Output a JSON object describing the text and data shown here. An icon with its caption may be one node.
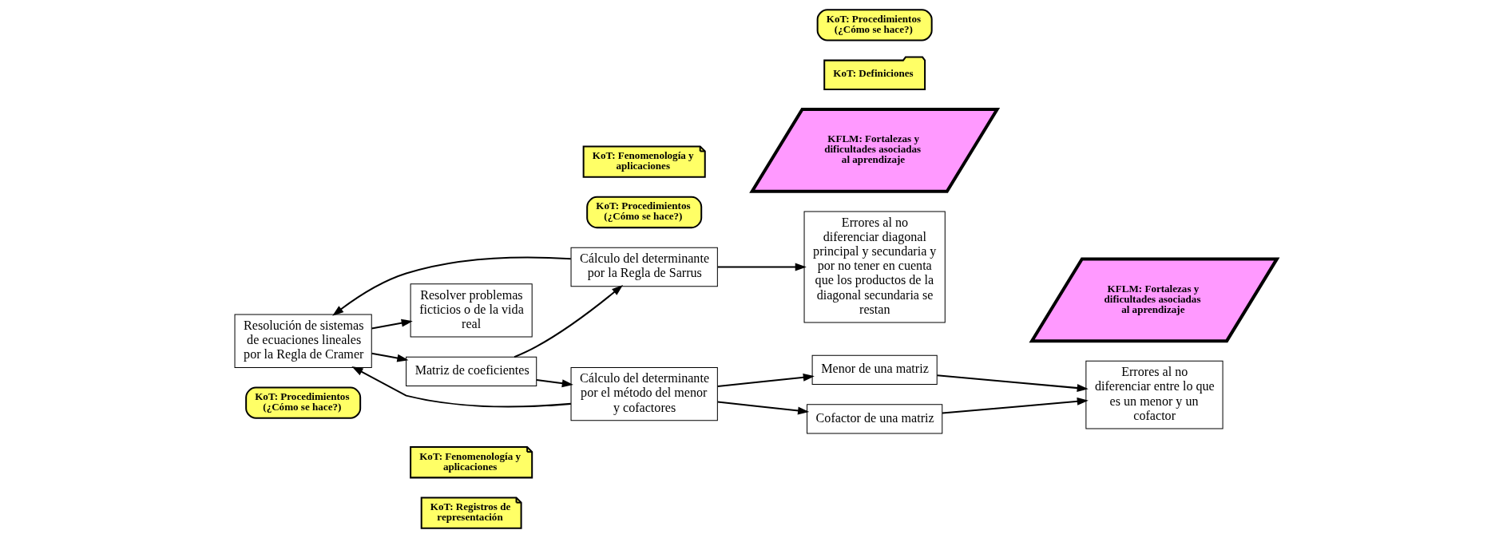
{
  "diagram": {
    "nodes": [
      {
        "text": [
          "KoT: Procedimientos (¿Cómo se hace?)"
        ]
      },
      {
        "text": [
          "KoT: Registros de representación"
        ]
      },
      {
        "text": [
          "KoT: Fenomenología y aplicaciones"
        ]
      },
      {
        "text": [
          "Matriz de coeficientes"
        ]
      },
      {
        "text": [
          "Resolución de sistemas de ecuaciones lineales por la Regla de Cramer"
        ]
      },
      {
        "text": [
          "Resolver problemas ficticios o de la vida real"
        ]
      },
      {
        "text": [
          "KFLM: Fortalezas y dificultades asociadas al aprendizaje"
        ]
      },
      {
        "text": [
          "KoT: Definiciones"
        ]
      },
      {
        "text": [
          "KoT: Procedimientos (¿Cómo se hace?)"
        ]
      },
      {
        "text": [
          "Errores al no diferenciar diagonal principal y secundaria y por no tener en cuenta que los productos de la diagonal secundaria se restan"
        ]
      },
      {
        "text": [
          "Cálculo del determinante por la Regla de Sarrus"
        ]
      },
      {
        "text": [
          "Cálculo del determinante por el método del menor y cofactores"
        ]
      },
      {
        "text": [
          "Menor de una matriz"
        ]
      },
      {
        "text": [
          "Errores al no diferenciar entre lo que es un menor y un cofactor"
        ]
      },
      {
        "text": [
          "Cofactor de una matriz"
        ]
      },
      {
        "text": [
          "KoT: Procedimientos (¿Cómo se hace?)"
        ]
      },
      {
        "text": [
          "KFLM: Fortalezas y dificultades asociadas al aprendizaje"
        ]
      },
      {
        "text": [
          "KoT: Fenomenología y aplicaciones"
        ]
      }
    ],
    "edges": [
      {
        "from": 4,
        "to": 3,
        "arrow": "to"
      },
      {
        "from": 4,
        "to": 5,
        "arrow": "to"
      },
      {
        "from": 3,
        "to": 10,
        "arrow": "to"
      },
      {
        "from": 3,
        "to": 11,
        "arrow": "to"
      },
      {
        "from": 10,
        "to": 4,
        "arrow": "to"
      },
      {
        "from": 11,
        "to": 4,
        "arrow": "to"
      },
      {
        "from": 10,
        "to": 9,
        "arrow": "to"
      },
      {
        "from": 11,
        "to": 12,
        "arrow": "to"
      },
      {
        "from": 11,
        "to": 14,
        "arrow": "to"
      },
      {
        "from": 12,
        "to": 13,
        "arrow": "to"
      },
      {
        "from": 14,
        "to": 13,
        "arrow": "to"
      }
    ]
  }
}
